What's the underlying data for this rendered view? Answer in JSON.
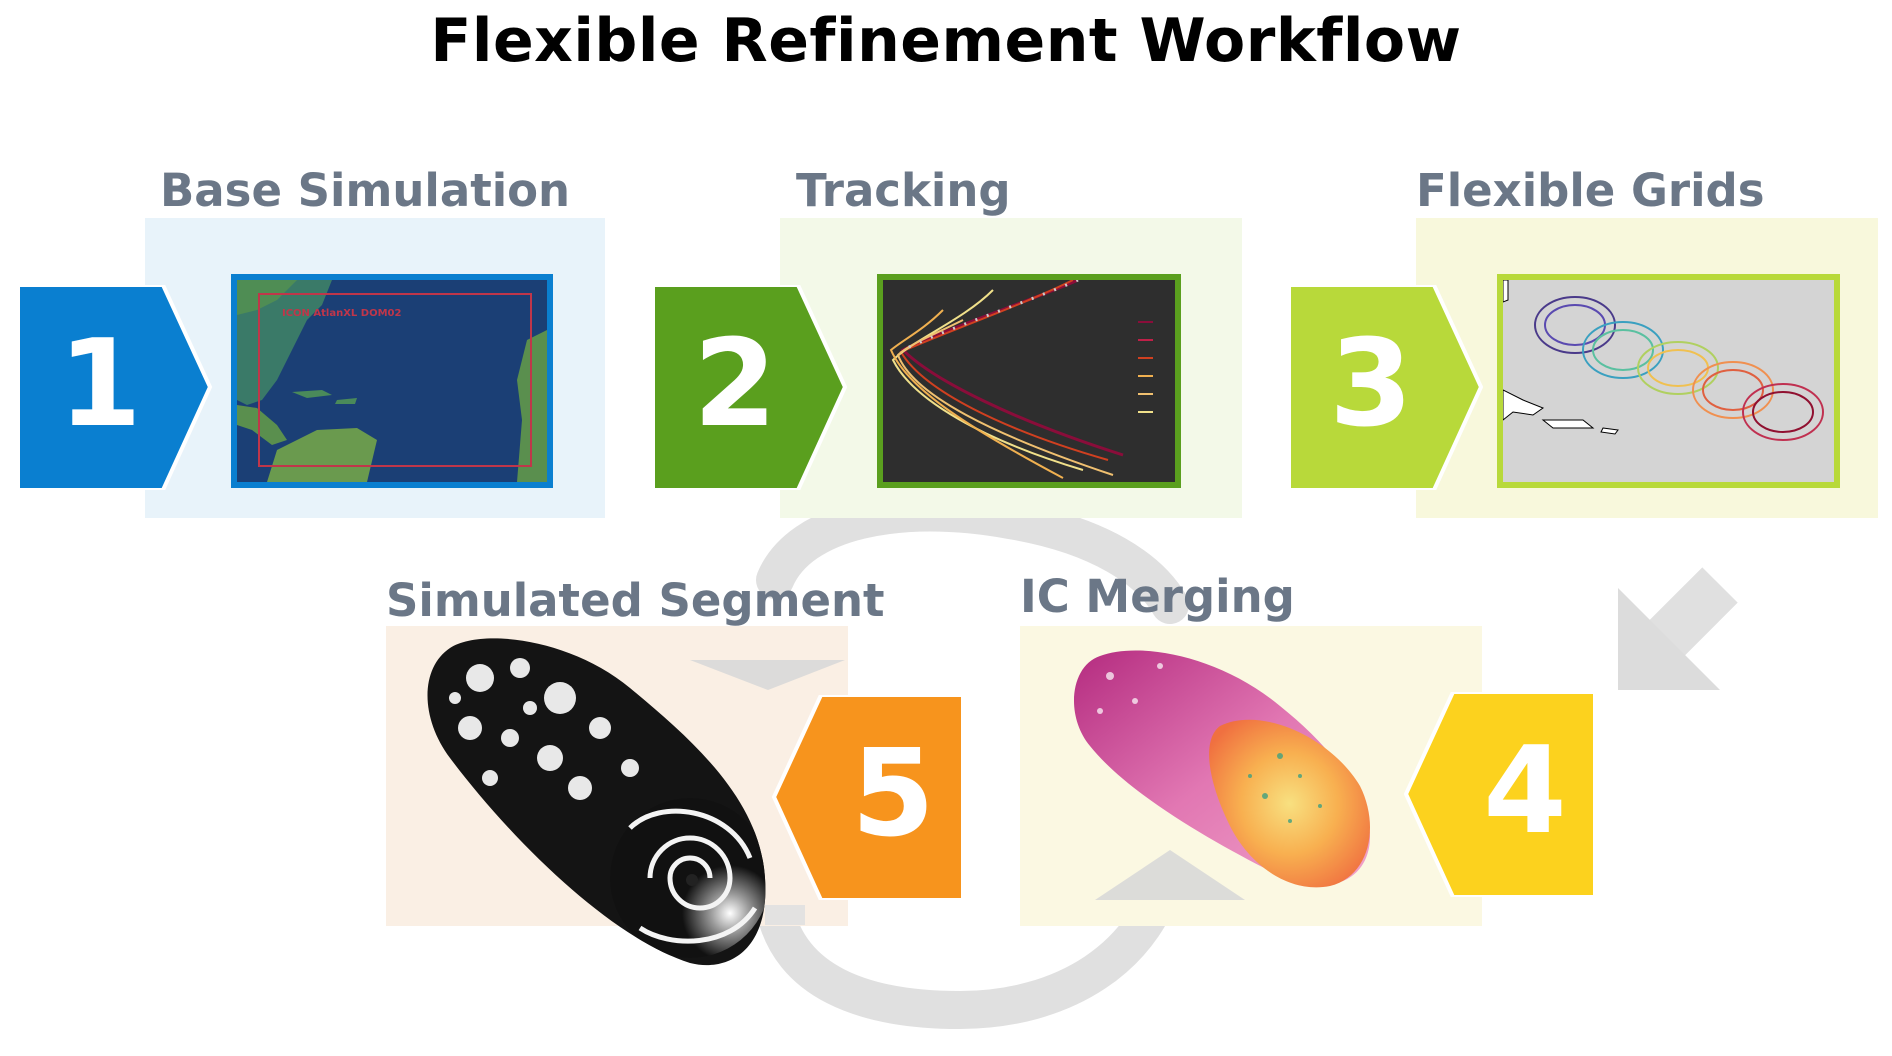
{
  "title": "Flexible Refinement Workflow",
  "stages": [
    {
      "number": "1",
      "label": "Base Simulation",
      "color": "#0a7fd0",
      "bg": "#e8f3fa"
    },
    {
      "number": "2",
      "label": "Tracking",
      "color": "#5a9f1e",
      "bg": "#f3f9e8"
    },
    {
      "number": "3",
      "label": "Flexible Grids",
      "color": "#b8d93a",
      "bg": "#f8f8dc"
    },
    {
      "number": "4",
      "label": "IC Merging",
      "color": "#fcd21e",
      "bg": "#fbf8e2"
    },
    {
      "number": "5",
      "label": "Simulated Segment",
      "color": "#f7941d",
      "bg": "#faefe4"
    }
  ],
  "map_overlay_text": "ICON AtlanXL DOM02",
  "colors": {
    "arrow_gray": "#dcdcdc",
    "label_gray": "#6b7787"
  }
}
